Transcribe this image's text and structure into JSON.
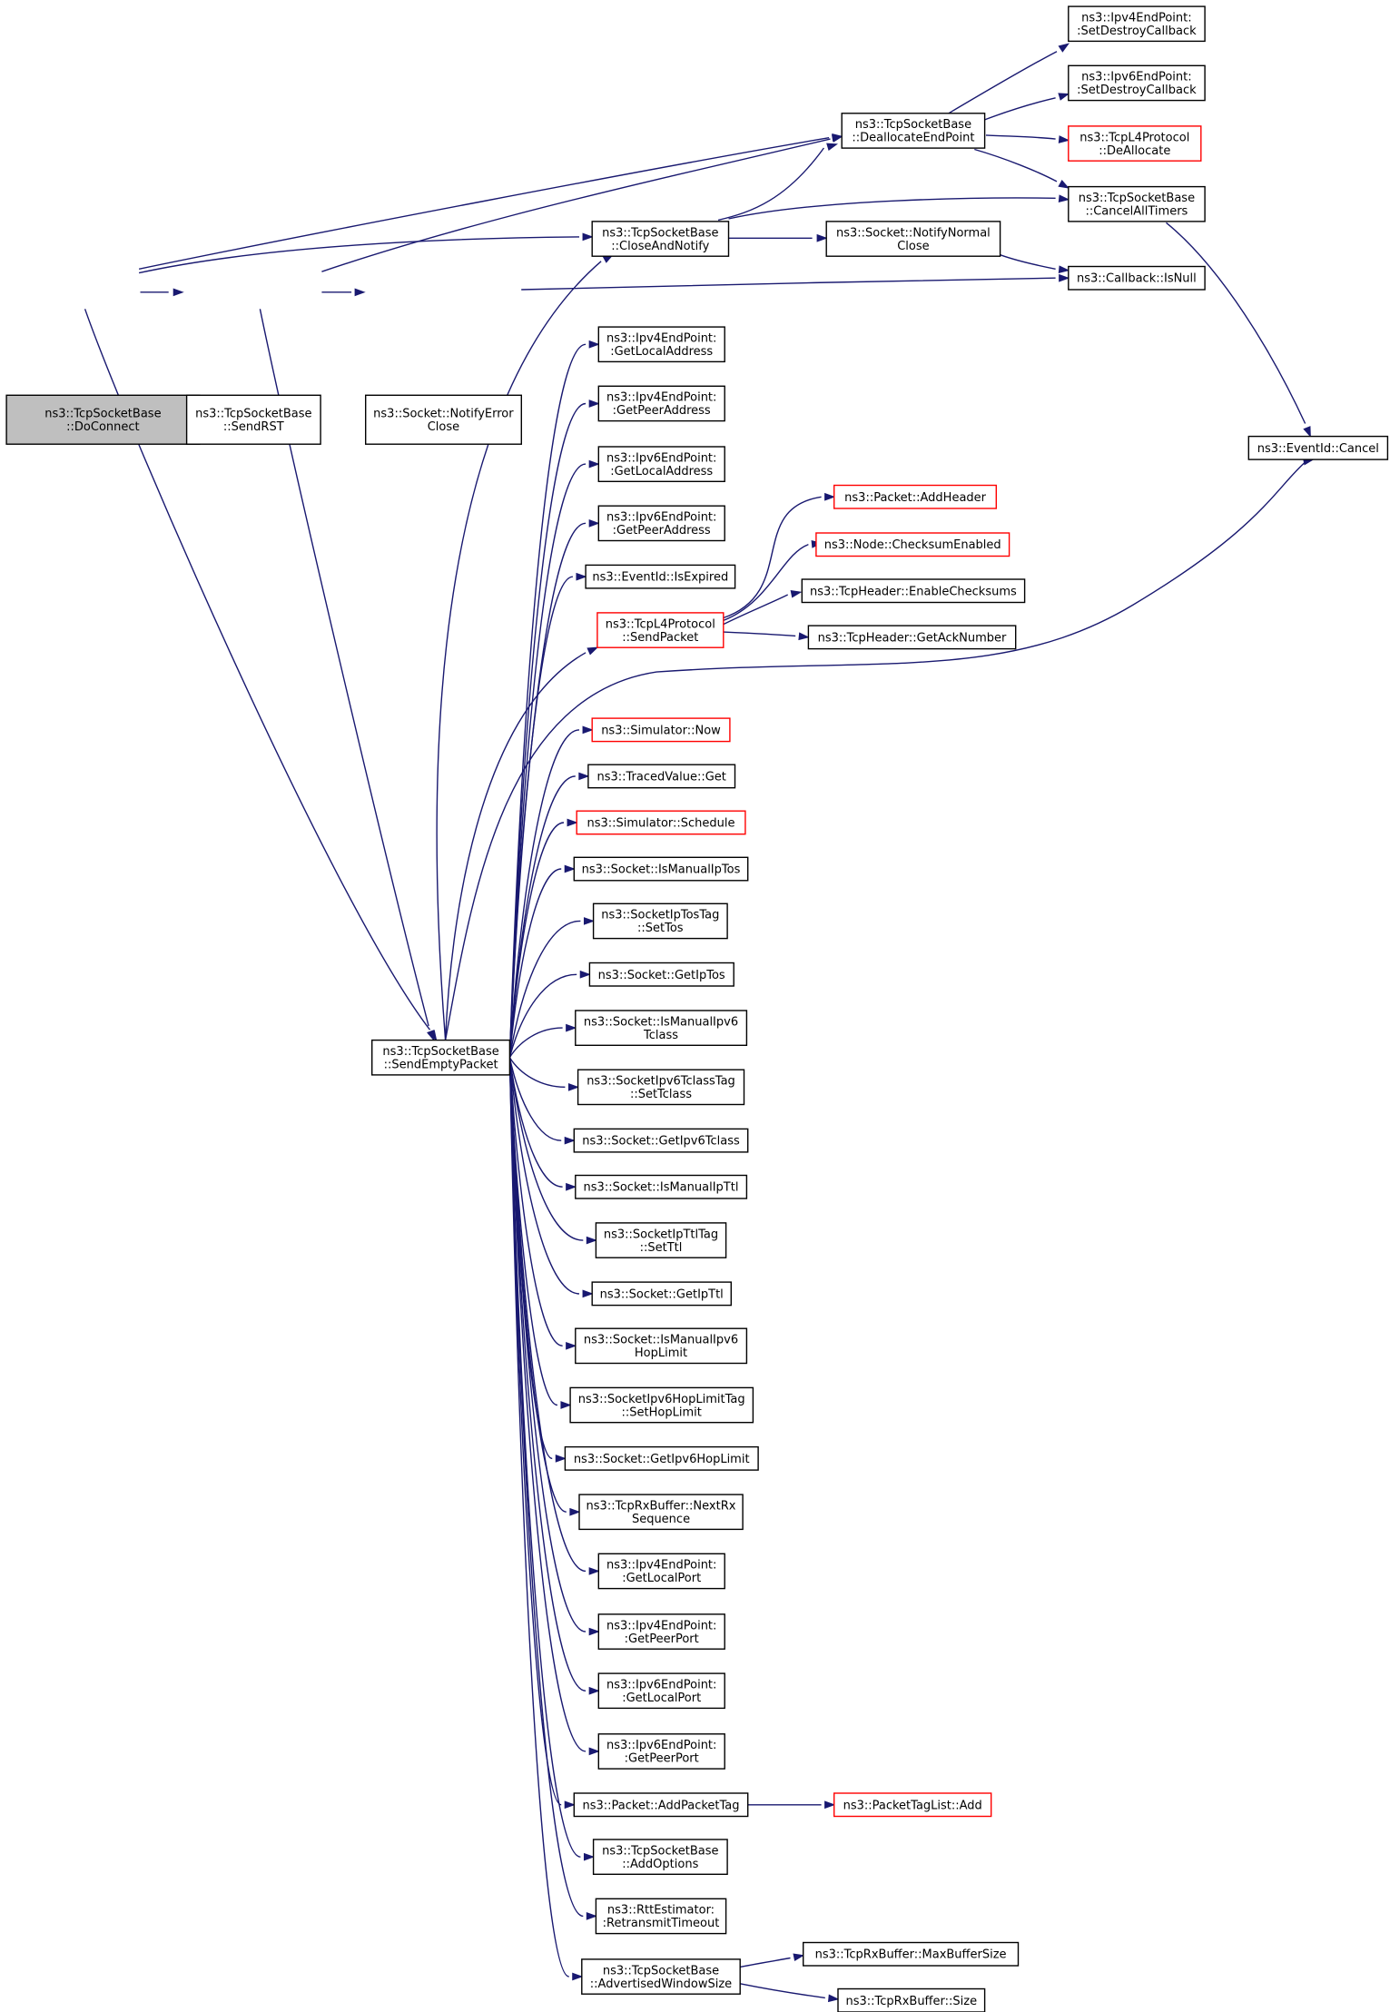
{
  "diagram": {
    "title": "",
    "colors": {
      "edge": "#191970",
      "root_fill": "#bfbfbf",
      "node_border": "#000000",
      "truncated_border": "#ff0000",
      "background": "#ffffff"
    },
    "nodes": [
      {
        "id": "doconnect",
        "lines": [
          "ns3::TcpSocketBase",
          "::DoConnect"
        ],
        "kind": "root"
      },
      {
        "id": "sendrst",
        "lines": [
          "ns3::TcpSocketBase",
          "::SendRST"
        ],
        "kind": "normal"
      },
      {
        "id": "notifyerrorclose",
        "lines": [
          "ns3::Socket::NotifyError",
          "Close"
        ],
        "kind": "normal"
      },
      {
        "id": "closeandnotify",
        "lines": [
          "ns3::TcpSocketBase",
          "::CloseAndNotify"
        ],
        "kind": "normal"
      },
      {
        "id": "deallocateendpoint",
        "lines": [
          "ns3::TcpSocketBase",
          "::DeallocateEndPoint"
        ],
        "kind": "normal"
      },
      {
        "id": "notifynormalclose",
        "lines": [
          "ns3::Socket::NotifyNormal",
          "Close"
        ],
        "kind": "normal"
      },
      {
        "id": "ipv4setdestroy",
        "lines": [
          "ns3::Ipv4EndPoint:",
          ":SetDestroyCallback"
        ],
        "kind": "normal"
      },
      {
        "id": "ipv6setdestroy",
        "lines": [
          "ns3::Ipv6EndPoint:",
          ":SetDestroyCallback"
        ],
        "kind": "normal"
      },
      {
        "id": "tcpl4dealloc",
        "lines": [
          "ns3::TcpL4Protocol",
          "::DeAllocate"
        ],
        "kind": "truncated"
      },
      {
        "id": "cancelalltimers",
        "lines": [
          "ns3::TcpSocketBase",
          "::CancelAllTimers"
        ],
        "kind": "normal"
      },
      {
        "id": "callbackisnull",
        "lines": [
          "ns3::Callback::IsNull"
        ],
        "kind": "normal"
      },
      {
        "id": "eventidcancel",
        "lines": [
          "ns3::EventId::Cancel"
        ],
        "kind": "normal"
      },
      {
        "id": "sendemptypacket",
        "lines": [
          "ns3::TcpSocketBase",
          "::SendEmptyPacket"
        ],
        "kind": "normal"
      },
      {
        "id": "ipv4getlocaladdr",
        "lines": [
          "ns3::Ipv4EndPoint:",
          ":GetLocalAddress"
        ],
        "kind": "normal"
      },
      {
        "id": "ipv4getpeeraddr",
        "lines": [
          "ns3::Ipv4EndPoint:",
          ":GetPeerAddress"
        ],
        "kind": "normal"
      },
      {
        "id": "ipv6getlocaladdr",
        "lines": [
          "ns3::Ipv6EndPoint:",
          ":GetLocalAddress"
        ],
        "kind": "normal"
      },
      {
        "id": "ipv6getpeeraddr",
        "lines": [
          "ns3::Ipv6EndPoint:",
          ":GetPeerAddress"
        ],
        "kind": "normal"
      },
      {
        "id": "eventidisexpired",
        "lines": [
          "ns3::EventId::IsExpired"
        ],
        "kind": "normal"
      },
      {
        "id": "tcpl4sendpacket",
        "lines": [
          "ns3::TcpL4Protocol",
          "::SendPacket"
        ],
        "kind": "truncated"
      },
      {
        "id": "packetaddheader",
        "lines": [
          "ns3::Packet::AddHeader"
        ],
        "kind": "truncated"
      },
      {
        "id": "nodechecksumenabled",
        "lines": [
          "ns3::Node::ChecksumEnabled"
        ],
        "kind": "truncated"
      },
      {
        "id": "tcpheaderenablechecksums",
        "lines": [
          "ns3::TcpHeader::EnableChecksums"
        ],
        "kind": "normal"
      },
      {
        "id": "tcpheadergetacknumber",
        "lines": [
          "ns3::TcpHeader::GetAckNumber"
        ],
        "kind": "normal"
      },
      {
        "id": "simulatornow",
        "lines": [
          "ns3::Simulator::Now"
        ],
        "kind": "truncated"
      },
      {
        "id": "tracedvalueget",
        "lines": [
          "ns3::TracedValue::Get"
        ],
        "kind": "normal"
      },
      {
        "id": "simulatorschedule",
        "lines": [
          "ns3::Simulator::Schedule"
        ],
        "kind": "truncated"
      },
      {
        "id": "ismanualiptos",
        "lines": [
          "ns3::Socket::IsManualIpTos"
        ],
        "kind": "normal"
      },
      {
        "id": "iptostagsettos",
        "lines": [
          "ns3::SocketIpTosTag",
          "::SetTos"
        ],
        "kind": "normal"
      },
      {
        "id": "socketgetiptos",
        "lines": [
          "ns3::Socket::GetIpTos"
        ],
        "kind": "normal"
      },
      {
        "id": "ismanualipv6tclass",
        "lines": [
          "ns3::Socket::IsManualIpv6",
          "Tclass"
        ],
        "kind": "normal"
      },
      {
        "id": "ipv6tclasstagsettclass",
        "lines": [
          "ns3::SocketIpv6TclassTag",
          "::SetTclass"
        ],
        "kind": "normal"
      },
      {
        "id": "socketgetipv6tclass",
        "lines": [
          "ns3::Socket::GetIpv6Tclass"
        ],
        "kind": "normal"
      },
      {
        "id": "ismanualipttl",
        "lines": [
          "ns3::Socket::IsManualIpTtl"
        ],
        "kind": "normal"
      },
      {
        "id": "ipttltagsetttl",
        "lines": [
          "ns3::SocketIpTtlTag",
          "::SetTtl"
        ],
        "kind": "normal"
      },
      {
        "id": "socketgetipttl",
        "lines": [
          "ns3::Socket::GetIpTtl"
        ],
        "kind": "normal"
      },
      {
        "id": "ismanualipv6hoplimit",
        "lines": [
          "ns3::Socket::IsManualIpv6",
          "HopLimit"
        ],
        "kind": "normal"
      },
      {
        "id": "ipv6hoplimittagset",
        "lines": [
          "ns3::SocketIpv6HopLimitTag",
          "::SetHopLimit"
        ],
        "kind": "normal"
      },
      {
        "id": "socketgetipv6hoplimit",
        "lines": [
          "ns3::Socket::GetIpv6HopLimit"
        ],
        "kind": "normal"
      },
      {
        "id": "rxbuffernextrxseq",
        "lines": [
          "ns3::TcpRxBuffer::NextRx",
          "Sequence"
        ],
        "kind": "normal"
      },
      {
        "id": "ipv4getlocalport",
        "lines": [
          "ns3::Ipv4EndPoint:",
          ":GetLocalPort"
        ],
        "kind": "normal"
      },
      {
        "id": "ipv4getpeerport",
        "lines": [
          "ns3::Ipv4EndPoint:",
          ":GetPeerPort"
        ],
        "kind": "normal"
      },
      {
        "id": "ipv6getlocalport",
        "lines": [
          "ns3::Ipv6EndPoint:",
          ":GetLocalPort"
        ],
        "kind": "normal"
      },
      {
        "id": "ipv6getpeerport",
        "lines": [
          "ns3::Ipv6EndPoint:",
          ":GetPeerPort"
        ],
        "kind": "normal"
      },
      {
        "id": "packetaddpackettag",
        "lines": [
          "ns3::Packet::AddPacketTag"
        ],
        "kind": "normal"
      },
      {
        "id": "packettaglistadd",
        "lines": [
          "ns3::PacketTagList::Add"
        ],
        "kind": "truncated"
      },
      {
        "id": "addoptions",
        "lines": [
          "ns3::TcpSocketBase",
          "::AddOptions"
        ],
        "kind": "normal"
      },
      {
        "id": "rttretransmittimeout",
        "lines": [
          "ns3::RttEstimator:",
          ":RetransmitTimeout"
        ],
        "kind": "normal"
      },
      {
        "id": "advertisedwindowsize",
        "lines": [
          "ns3::TcpSocketBase",
          "::AdvertisedWindowSize"
        ],
        "kind": "normal"
      },
      {
        "id": "rxbuffermaxbuffersize",
        "lines": [
          "ns3::TcpRxBuffer::MaxBufferSize"
        ],
        "kind": "normal"
      },
      {
        "id": "rxbuffersize",
        "lines": [
          "ns3::TcpRxBuffer::Size"
        ],
        "kind": "normal"
      }
    ],
    "edges": [
      [
        "doconnect",
        "sendrst"
      ],
      [
        "doconnect",
        "closeandnotify"
      ],
      [
        "doconnect",
        "deallocateendpoint"
      ],
      [
        "doconnect",
        "sendemptypacket"
      ],
      [
        "sendrst",
        "notifyerrorclose"
      ],
      [
        "sendrst",
        "deallocateendpoint"
      ],
      [
        "sendrst",
        "sendemptypacket"
      ],
      [
        "notifyerrorclose",
        "callbackisnull"
      ],
      [
        "closeandnotify",
        "deallocateendpoint"
      ],
      [
        "closeandnotify",
        "cancelalltimers"
      ],
      [
        "closeandnotify",
        "notifynormalclose"
      ],
      [
        "notifynormalclose",
        "callbackisnull"
      ],
      [
        "deallocateendpoint",
        "ipv4setdestroy"
      ],
      [
        "deallocateendpoint",
        "ipv6setdestroy"
      ],
      [
        "deallocateendpoint",
        "tcpl4dealloc"
      ],
      [
        "deallocateendpoint",
        "cancelalltimers"
      ],
      [
        "cancelalltimers",
        "eventidcancel"
      ],
      [
        "sendemptypacket",
        "closeandnotify"
      ],
      [
        "sendemptypacket",
        "ipv4getlocaladdr"
      ],
      [
        "sendemptypacket",
        "ipv4getpeeraddr"
      ],
      [
        "sendemptypacket",
        "ipv6getlocaladdr"
      ],
      [
        "sendemptypacket",
        "ipv6getpeeraddr"
      ],
      [
        "sendemptypacket",
        "eventidisexpired"
      ],
      [
        "sendemptypacket",
        "tcpl4sendpacket"
      ],
      [
        "sendemptypacket",
        "eventidcancel"
      ],
      [
        "sendemptypacket",
        "simulatornow"
      ],
      [
        "sendemptypacket",
        "tracedvalueget"
      ],
      [
        "sendemptypacket",
        "simulatorschedule"
      ],
      [
        "sendemptypacket",
        "ismanualiptos"
      ],
      [
        "sendemptypacket",
        "iptostagsettos"
      ],
      [
        "sendemptypacket",
        "socketgetiptos"
      ],
      [
        "sendemptypacket",
        "ismanualipv6tclass"
      ],
      [
        "sendemptypacket",
        "ipv6tclasstagsettclass"
      ],
      [
        "sendemptypacket",
        "socketgetipv6tclass"
      ],
      [
        "sendemptypacket",
        "ismanualipttl"
      ],
      [
        "sendemptypacket",
        "ipttltagsetttl"
      ],
      [
        "sendemptypacket",
        "socketgetipttl"
      ],
      [
        "sendemptypacket",
        "ismanualipv6hoplimit"
      ],
      [
        "sendemptypacket",
        "ipv6hoplimittagset"
      ],
      [
        "sendemptypacket",
        "socketgetipv6hoplimit"
      ],
      [
        "sendemptypacket",
        "rxbuffernextrxseq"
      ],
      [
        "sendemptypacket",
        "ipv4getlocalport"
      ],
      [
        "sendemptypacket",
        "ipv4getpeerport"
      ],
      [
        "sendemptypacket",
        "ipv6getlocalport"
      ],
      [
        "sendemptypacket",
        "ipv6getpeerport"
      ],
      [
        "sendemptypacket",
        "packetaddpackettag"
      ],
      [
        "sendemptypacket",
        "addoptions"
      ],
      [
        "sendemptypacket",
        "rttretransmittimeout"
      ],
      [
        "sendemptypacket",
        "advertisedwindowsize"
      ],
      [
        "tcpl4sendpacket",
        "packetaddheader"
      ],
      [
        "tcpl4sendpacket",
        "nodechecksumenabled"
      ],
      [
        "tcpl4sendpacket",
        "tcpheaderenablechecksums"
      ],
      [
        "tcpl4sendpacket",
        "tcpheadergetacknumber"
      ],
      [
        "packetaddpackettag",
        "packettaglistadd"
      ],
      [
        "advertisedwindowsize",
        "rxbuffermaxbuffersize"
      ],
      [
        "advertisedwindowsize",
        "rxbuffersize"
      ]
    ]
  }
}
